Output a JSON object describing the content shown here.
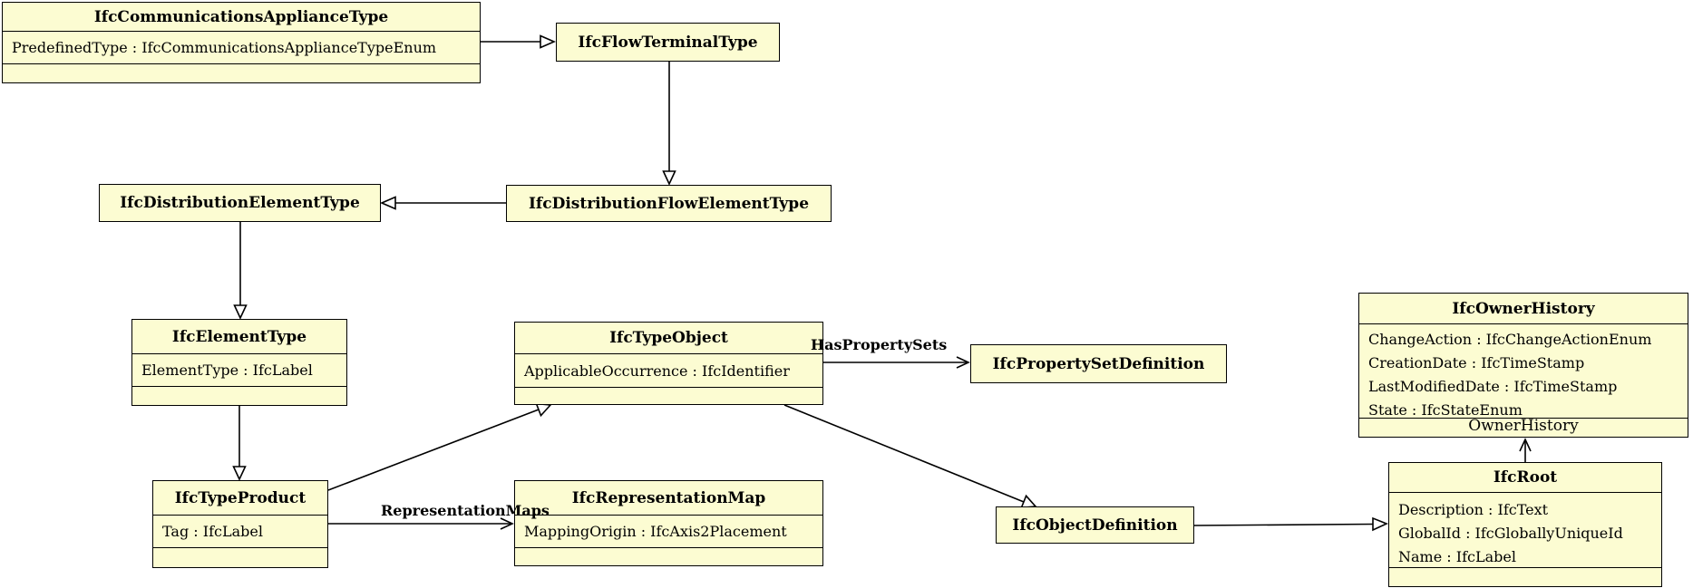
{
  "diagram_title": "IFC class inheritance diagram",
  "colors": {
    "node_fill": "#fcfcd2",
    "node_border": "#000000",
    "edge": "#000000",
    "background": "#ffffff"
  },
  "nodes": {
    "communications_appliance_type": {
      "title": "IfcCommunicationsApplianceType",
      "attributes": [
        "PredefinedType : IfcCommunicationsApplianceTypeEnum"
      ]
    },
    "flow_terminal_type": {
      "title": "IfcFlowTerminalType"
    },
    "distribution_element_type": {
      "title": "IfcDistributionElementType"
    },
    "distribution_flow_element_type": {
      "title": "IfcDistributionFlowElementType"
    },
    "element_type": {
      "title": "IfcElementType",
      "attributes": [
        "ElementType : IfcLabel"
      ]
    },
    "type_object": {
      "title": "IfcTypeObject",
      "attributes": [
        "ApplicableOccurrence : IfcIdentifier"
      ]
    },
    "property_set_definition": {
      "title": "IfcPropertySetDefinition"
    },
    "owner_history": {
      "title": "IfcOwnerHistory",
      "attributes": [
        "ChangeAction : IfcChangeActionEnum",
        "CreationDate : IfcTimeStamp",
        "LastModifiedDate : IfcTimeStamp",
        "State : IfcStateEnum"
      ]
    },
    "type_product": {
      "title": "IfcTypeProduct",
      "attributes": [
        "Tag : IfcLabel"
      ]
    },
    "representation_map": {
      "title": "IfcRepresentationMap",
      "attributes": [
        "MappingOrigin : IfcAxis2Placement"
      ]
    },
    "object_definition": {
      "title": "IfcObjectDefinition"
    },
    "root": {
      "title": "IfcRoot",
      "attributes": [
        "Description : IfcText",
        "GlobalId : IfcGloballyUniqueId",
        "Name : IfcLabel"
      ]
    }
  },
  "associations": {
    "has_property_sets": {
      "label": "HasPropertySets"
    },
    "representation_maps": {
      "label": "RepresentationMaps"
    },
    "owner_history": {
      "label": "OwnerHistory"
    }
  }
}
